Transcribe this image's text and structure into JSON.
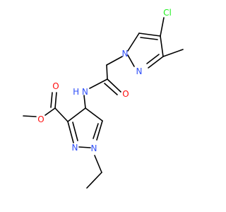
{
  "colors": {
    "background": "#ffffff",
    "bond": "#000000",
    "nitrogen": "#3050f8",
    "oxygen": "#ff0d0d",
    "chlorine": "#1ff01f"
  },
  "atoms": [
    {
      "id": "cl",
      "label": "Cl",
      "element": "chlorine"
    },
    {
      "id": "n_pyr1_a",
      "label": "N",
      "element": "nitrogen"
    },
    {
      "id": "n_pyr1_b",
      "label": "N",
      "element": "nitrogen"
    },
    {
      "id": "nh",
      "label": "H N",
      "element": "nitrogen"
    },
    {
      "id": "o_amide",
      "label": "O",
      "element": "oxygen"
    },
    {
      "id": "o_ester_carbonyl",
      "label": "O",
      "element": "oxygen"
    },
    {
      "id": "o_ester_ether",
      "label": "O",
      "element": "oxygen"
    },
    {
      "id": "n_pyr2_a",
      "label": "N",
      "element": "nitrogen"
    },
    {
      "id": "n_pyr2_b",
      "label": "N",
      "element": "nitrogen"
    }
  ]
}
